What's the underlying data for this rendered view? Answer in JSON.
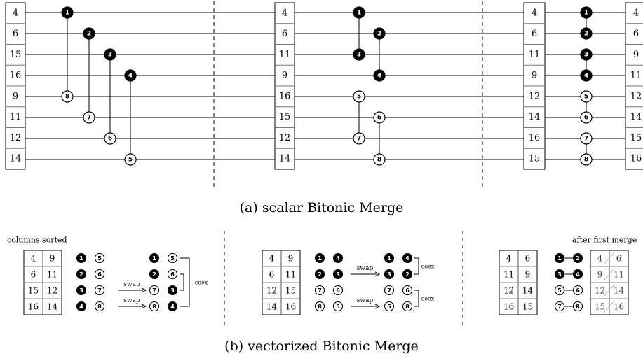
{
  "top": {
    "stage1": {
      "input": [
        "4",
        "6",
        "15",
        "16",
        "9",
        "11",
        "12",
        "14"
      ],
      "output": [
        "4",
        "6",
        "11",
        "9",
        "16",
        "15",
        "12",
        "14"
      ]
    },
    "stage2": {
      "output": [
        "4",
        "6",
        "11",
        "9",
        "12",
        "14",
        "16",
        "15"
      ]
    },
    "stage3": {
      "output": [
        "4",
        "6",
        "9",
        "11",
        "12",
        "14",
        "15",
        "16"
      ]
    },
    "caption": "(a) scalar Bitonic Merge"
  },
  "bottom": {
    "panel1": {
      "header": "columns sorted",
      "grid": [
        [
          "4",
          "9"
        ],
        [
          "6",
          "11"
        ],
        [
          "15",
          "12"
        ],
        [
          "16",
          "14"
        ]
      ],
      "swap_label": "swap",
      "coex_label": "coex"
    },
    "panel2": {
      "grid": [
        [
          "4",
          "9"
        ],
        [
          "6",
          "11"
        ],
        [
          "12",
          "15"
        ],
        [
          "14",
          "16"
        ]
      ],
      "swap_label": "swap",
      "coex_label": "coex"
    },
    "panel3": {
      "header": "after first merge",
      "grid": [
        [
          "4",
          "6"
        ],
        [
          "11",
          "9"
        ],
        [
          "12",
          "14"
        ],
        [
          "16",
          "15"
        ]
      ],
      "grid_after": [
        [
          "4",
          "6"
        ],
        [
          "9",
          "11"
        ],
        [
          "12",
          "14"
        ],
        [
          "15",
          "16"
        ]
      ]
    },
    "caption": "(b) vectorized Bitonic Merge"
  }
}
